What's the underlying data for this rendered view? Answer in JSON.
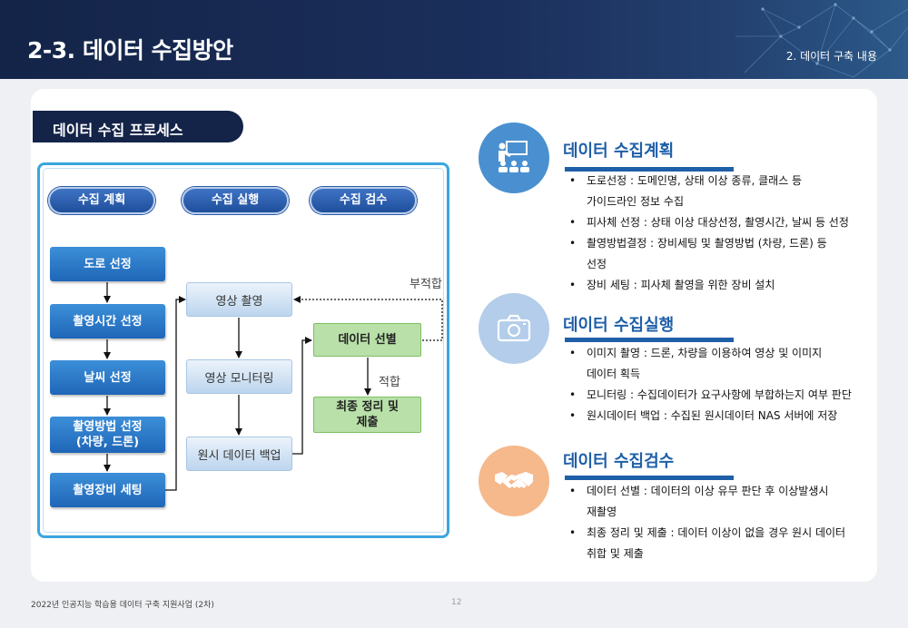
{
  "header": {
    "title": "2-3. 데이터 수집방안",
    "section_label": "2. 데이터 구축 내용"
  },
  "process": {
    "heading": "데이터 수집 프로세스",
    "phases": [
      "수집 계획",
      "수집 실행",
      "수집 검수"
    ],
    "plan_steps": [
      "도로 선정",
      "촬영시간 선정",
      "날씨 선정",
      "촬영방법 선정\n(차량, 드론)",
      "촬영장비 세팅"
    ],
    "exec_steps": [
      "영상 촬영",
      "영상 모니터링",
      "원시 데이터 백업"
    ],
    "review_steps": [
      "데이터 선별",
      "최종 정리 및\n제출"
    ],
    "label_fail": "부적합",
    "label_pass": "적합"
  },
  "sections": [
    {
      "title": "데이터 수집계획",
      "icon": "presentation-icon",
      "color": "#4a90d0",
      "bullets": [
        "도로선정 : 도메인명, 상태 이상 종류, 클래스 등\n가이드라인 정보 수집",
        "피사체 선정 : 상태 이상 대상선정, 촬영시간, 날씨 등 선정",
        "촬영방법결정 : 장비세팅 및 촬영방법 (차량, 드론) 등\n선정",
        "장비 세팅 : 피사체 촬영을 위한 장비 설치"
      ]
    },
    {
      "title": "데이터 수집실행",
      "icon": "camera-icon",
      "color": "#b3cdea",
      "bullets": [
        "이미지 촬영 : 드론, 차량을 이용하여 영상 및 이미지\n데이터 획득",
        "모니터링 : 수집데이터가 요구사항에 부합하는지 여부 판단",
        "원시데이터 백업 : 수집된 원시데이터 NAS 서버에 저장"
      ]
    },
    {
      "title": "데이터 수집검수",
      "icon": "handshake-icon",
      "color": "#f5b98c",
      "bullets": [
        "데이터 선별 : 데이터의 이상 유무 판단 후 이상발생시\n재촬영",
        "최종 정리 및 제출 : 데이터 이상이 없을 경우 원시 데이터\n취합 및 제출"
      ]
    }
  ],
  "footer": {
    "project": "2022년 인공지능 학습용 데이터 구축 지원사업 (2차)",
    "page": "12"
  }
}
